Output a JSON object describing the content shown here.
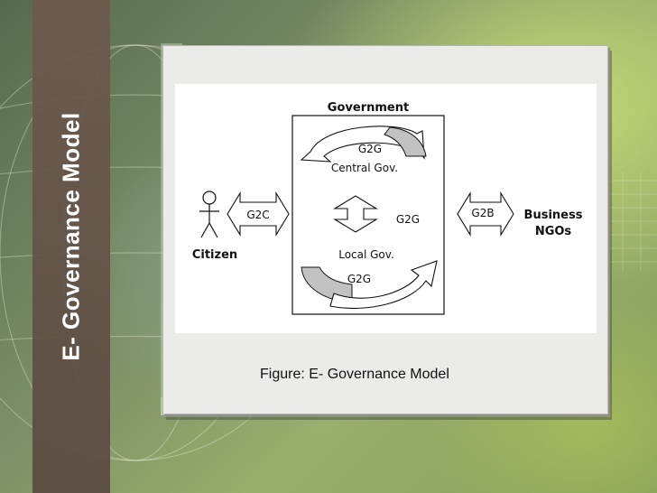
{
  "slide": {
    "title": "E- Governance Model",
    "caption": "Figure: E- Governance Model"
  },
  "diagram": {
    "government_label": "Government",
    "central_g2g": "G2G",
    "central_label": "Central Gov.",
    "middle_g2g": "G2G",
    "local_label": "Local Gov.",
    "local_g2g": "G2G",
    "g2c_label": "G2C",
    "citizen_label": "Citizen",
    "g2b_label": "G2B",
    "business_label": "Business",
    "ngos_label": "NGOs"
  },
  "colors": {
    "title_band": "#5f4e44",
    "arrow_fill_gray": "#c2c2c2",
    "panel": "#ebecea",
    "diagram_bg": "#ffffff"
  }
}
